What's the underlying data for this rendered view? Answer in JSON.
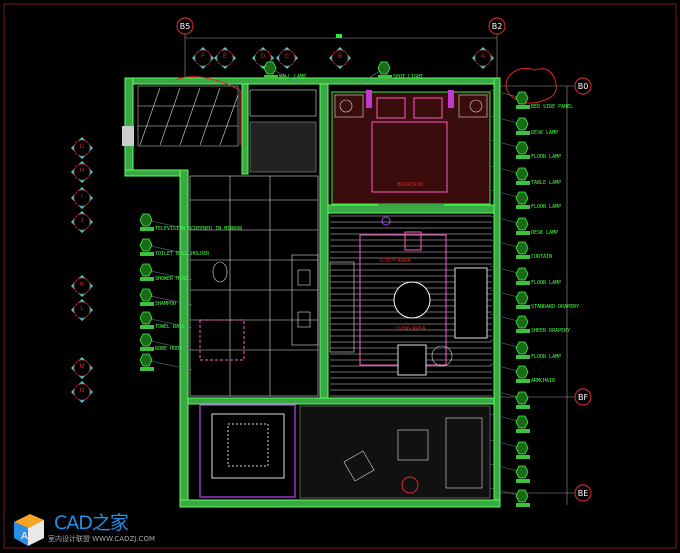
{
  "drawing": {
    "grid_bubbles": {
      "top_left": "B5",
      "top_right": "B2",
      "right_1": "B0",
      "right_2": "BF",
      "right_3": "BE"
    },
    "section_markers_top": [
      "F",
      "E",
      "D",
      "C",
      "B",
      "A"
    ],
    "section_markers_left": [
      "G",
      "H",
      "I",
      "J",
      "K",
      "L",
      "M",
      "N"
    ],
    "room_labels": [
      "BEDROOM",
      "STUDY AREA",
      "LIVING AREA"
    ],
    "callouts_right": [
      "BED SIDE PANEL",
      "DESK LAMP",
      "FLOOR LAMP",
      "TABLE LAMP",
      "FLOOR LAMP",
      "DESK LAMP",
      "CURTAIN",
      "FLOOR LAMP",
      "STANDARD DRAPERY",
      "SHEER DRAPERY",
      "FLOOR LAMP",
      "ARMCHAIR"
    ],
    "callouts_left": [
      "TELEVISION SCREENED IN MIRROR",
      "TOILET ROLL HOLDER",
      "SHOWER HEAD",
      "SHAMPOO",
      "TOWEL RAIL",
      "ROBE HOOK"
    ],
    "callouts_top": [
      "WALL LAMP",
      "SPOT LIGHT"
    ],
    "colors": {
      "background": "#000000",
      "wall": "#39a845",
      "line": "#2eea3a",
      "bubble": "#c0282d",
      "furniture": "#ff5cc8",
      "floor": "#3a0c0c"
    }
  },
  "watermark": {
    "brand": "CAD之家",
    "subtitle": "室内设计联盟",
    "url": "WWW.CADZJ.COM"
  }
}
